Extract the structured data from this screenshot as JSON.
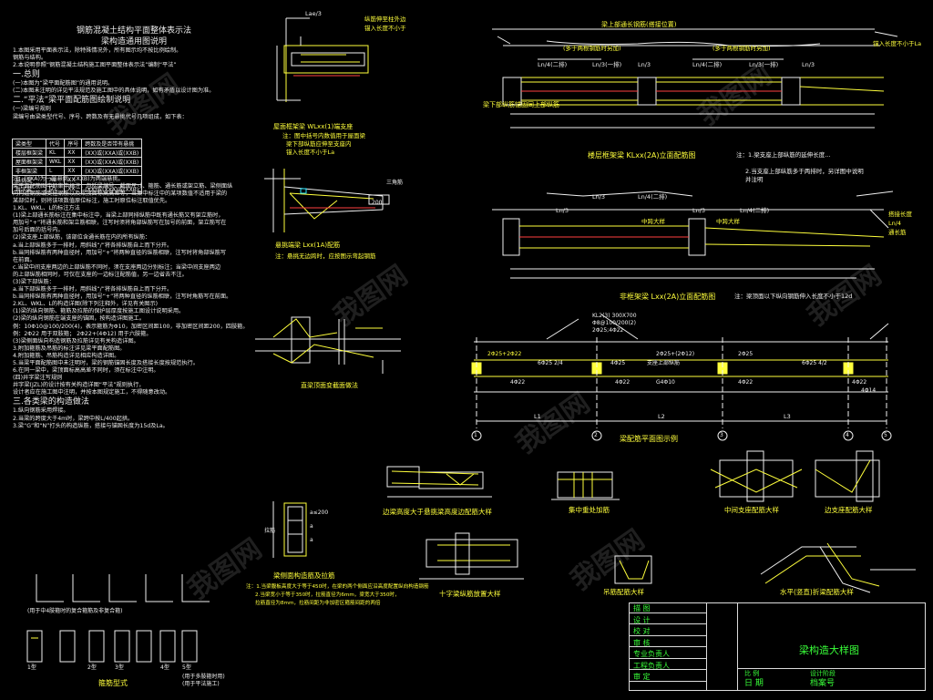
{
  "notes": {
    "title": "钢筋混凝土结构平面整体表示法",
    "subtitle": "梁构造通用图说明",
    "intro": [
      "1.本图采用平面表示法，除特殊情况外，所有图示均不按比例绘制。",
      "  钢筋与结构。",
      "2.本说明参照“钢筋混凝土结构施工图平面整体表示法”编制“平法”"
    ],
    "sec1": "一.总则",
    "sec1_items": [
      "(一)本图为“梁平面配筋图”的通用说明。",
      "(二)本图未注明的详见平法规范及施工图中的具体说明，如有矛盾以设计图为准。"
    ],
    "sec2": "二.“平法”梁平面配筋图绘制说明",
    "sec2_sub": "(一)梁编号规则",
    "sec2_lead": "梁编号由梁类型代号、序号、跨数及有无悬挑代号几项组成，如下表：",
    "table_head": [
      "梁类型",
      "代号",
      "序号",
      "跨数及是否带有悬挑"
    ],
    "table_rows": [
      [
        "楼层框架梁",
        "KL",
        "XX",
        "(XX)或(XXA)或(XXB)"
      ],
      [
        "屋面框架梁",
        "WKL",
        "XX",
        "(XX)或(XXA)或(XXB)"
      ],
      [
        "非框架梁",
        "L",
        "XX",
        "(XX)或(XXA)或(XXB)"
      ],
      [
        "悬挑梁",
        "XL",
        "XX",
        ""
      ],
      [
        "井字梁",
        "JZL",
        "XX",
        "(XX)或(XXA)或(XXB)"
      ]
    ],
    "body": [
      "注：(XXA)为一端悬挑，(XXB)为两端悬挑。",
      "梁平面配筋图中的集中标注，包括梁编号、截面尺寸、箍筋、通长筋或架立筋、梁侧面纵",
      "向构造钢筋或受扭钢筋以及梁顶面标高高差等，当集中标注中的某项数值不适用于梁的",
      "某部位时，则将该项数值原位标注，施工时原位标注取值优先。",
      "",
      "1.KL、WKL、L的标注方法",
      "(1)梁上部通长筋标注在集中标注中，当梁上部同排纵筋中既有通长筋又有架立筋时，",
      "用加号“+”将通长筋和架立筋相联，注写时须将角部纵筋写在加号的前面，架立筋写在",
      "加号后面的括号内。",
      "(2)梁支座上部纵筋，该部位含通长筋在内的所有纵筋：",
      "  a.当上部纵筋多于一排时，用斜线“/”将各排纵筋自上而下分开。",
      "  b.当同排纵筋有两种直径时，用加号“+”将两种直径的纵筋相联，注写时将角部纵筋写",
      "在前面。",
      "  c.当梁中间支座两边的上部纵筋不同时，须在支座两边分别标注；当梁中间支座两边",
      "的上部纵筋相同时，可仅在支座的一边标注配筋值，另一边省去不注。",
      "(3)梁下部纵筋：",
      "  a.当下部纵筋多于一排时，用斜线“/”将各排纵筋自上而下分开。",
      "  b.当同排纵筋有两种直径时，用加号“+”将两种直径的纵筋相联，注写时角筋写在前面。",
      "2.KL、WKL、L的构造详图(除下列注释外，详见有关图示)",
      "(1)梁的纵向钢筋、箍筋及拉筋的保护层厚度按施工图设计说明采用。",
      "(2)梁的纵向钢筋在端支座的锚固，按构造详图施工。",
      "例：10Φ10@100/200(4)，表示箍筋为Φ10，加密区间距100，非加密区间距200，四肢箍。",
      "例：2Φ22  用于双肢箍；  2Φ22+(4Φ12)  用于六肢箍。",
      "(3)梁侧面纵向构造钢筋及拉筋详见有关构造详图。",
      "3.附加箍筋及吊筋的标注详见梁平面配筋图。",
      "4.附加箍筋、吊筋构造详见相应构造详图。",
      "5.当梁平面配筋图中未注明时，梁的钢筋锚固长度及搭接长度按规范执行。",
      "6.在同一梁中，梁顶面标高高差不同时，须在标注中注明。",
      "(四)井字梁注写规则",
      "  井字梁(JZL)的设计按有关构造详图“平法”规则执行，",
      "设计者应在施工图中注明，并按本图规定施工，不得随意改动。"
    ],
    "sec3": "三.各类梁的构造做法",
    "sec3_items": [
      "1.纵向钢筋采用焊接。",
      "2.当梁的跨度大于4m时，梁跨中按L/400起拱。",
      "3.梁“G”和“N”打头的构造纵筋，搭接与锚固长度为15d及La。"
    ]
  },
  "drawings": {
    "roof_beam_title": "屋面框架梁 WLxx(1)端支座",
    "roof_beam_notes": [
      "注：图中括号内数值用于屋面梁",
      "梁下部纵筋应伸至支座内",
      "锚入长度不小于La"
    ],
    "top_callouts": [
      "Lae/3",
      "纵筋伸至柱外边",
      "锚入长度不小于"
    ],
    "cantilever_title": "悬挑端梁 Lxx(1A)配筋",
    "cantilever_note": "注：悬挑无边跨时，应按图示弯起钢筋",
    "cantilever_label": "三角筋",
    "dim_200": "200",
    "kl_title": "楼层框架梁 KLxx(2A)立面配筋图",
    "kl_callouts": [
      "(多于两根钢筋时另加)",
      "(多于两根钢筋时另加)",
      "Ln/4(二排)",
      "Ln/3(一排)",
      "Ln/3",
      "Ln/4(二排)",
      "Ln/3(一排)",
      "Ln/3"
    ],
    "kl_top": "梁上部通长钢筋(搭接位置)",
    "kl_right": "锚入长度不小于La",
    "kl_bottom": "梁下部纵筋锚固同上部纵筋",
    "kl_note": "注：1.梁支座上部纵筋的延伸长度...",
    "kl_note2": [
      "2.当支座上部纵筋多于两排时，另详图中说明",
      "  并注明"
    ],
    "l_title": "非框架梁 Lxx(2A)立面配筋图",
    "l_note": "注：梁顶面以下纵向钢筋伸入长度不小于12d",
    "l_callouts": [
      "Ln/3",
      "Ln/4(二排)",
      "Ln/3",
      "Ln/4(二排)",
      "Ln/3",
      "中跨大样",
      "中跨大样"
    ],
    "l_right": [
      "搭接长度",
      "Ln/4",
      "通长筋"
    ],
    "plan_title": "梁配筋平面图示例",
    "plan_labels": [
      "KL2(3) 300X700",
      "Φ8@100/200(2)",
      "2Φ25;4Φ22",
      "2Φ25+2Φ22",
      "6Φ25 2/4",
      "4Φ22",
      "4Φ25",
      "4Φ22",
      "支座上部纵筋",
      "2Φ25+(2Φ12)",
      "G4Φ10",
      "2Φ25",
      "4Φ22",
      "6Φ25 4/2",
      "4Φ22",
      "4Φ14"
    ],
    "plan_axes": [
      "1",
      "2",
      "3",
      "4",
      "5"
    ],
    "plan_spans": [
      "L1",
      "L2",
      "L3"
    ],
    "detail_joint_title": "直梁顶面变截面做法",
    "detail1_title": "边梁高度大于悬挑梁高度边配筋大样",
    "detail2_title": "集中重处加筋",
    "detail3_title": "中间支座配筋大样",
    "detail4_title": "边支座配筋大样",
    "detail5_title": "十字梁纵筋放置大样",
    "detail6_title": "吊筋配筋大样",
    "detail7_title": "水平(竖直)折梁配筋大样",
    "section_title": "梁侧面构造筋及拉筋",
    "section_note": [
      "注：1.当梁腹板高度大于等于450时，在梁的两个侧面应沿高度配置纵向构造钢筋",
      "2.当梁宽小于等于350时，拉筋直径为6mm，梁宽大于350时，",
      "  拉筋直径为8mm，拉筋间距为非加密区箍筋间距的两倍"
    ],
    "section_labels": [
      "a≤200",
      "a",
      "a",
      "拉筋"
    ],
    "stirrup_title": "箍筋型式",
    "stirrup_labels": [
      "1型",
      "2型",
      "3型",
      "4型",
      "5型"
    ],
    "stirrup_note": "(用于多肢箍时用)",
    "stirrup_note2": "(用于中4肢箍时的复合箍筋及非复合箍)",
    "stirrup_small": "(用于平法施工)"
  },
  "titleblock": {
    "rows": [
      "描 图",
      "设 计",
      "校 对",
      "审 核",
      "专业负责人",
      "工程负责人",
      "审 定"
    ],
    "title": "梁构造大样图",
    "bottom": [
      "比 例",
      "日 期",
      "设计阶段",
      "档案号"
    ]
  },
  "watermark": "我图网"
}
